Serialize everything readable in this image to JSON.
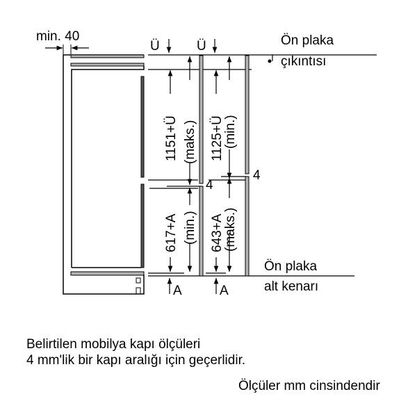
{
  "labels": {
    "min_gap": "min. 40",
    "u_marker": "Ü",
    "front_panel_projection_line1": "Ön plaka",
    "front_panel_projection_line2": "çıkıntısı",
    "front_panel_bottom_line1": "Ön plaka",
    "front_panel_bottom_line2": "alt kenarı",
    "a_marker": "A",
    "gap_4": "4"
  },
  "dimensions": {
    "upper_max_value": "1151+Ü",
    "upper_max_note": "(maks.)",
    "upper_min_value": "1125+Ü",
    "upper_min_note": "(min.)",
    "lower_min_value": "617+A",
    "lower_min_note": "(min.)",
    "lower_max_value": "643+A",
    "lower_max_note": "(maks.)"
  },
  "notes": {
    "line1": "Belirtilen mobilya kapı ölçüleri",
    "line2": "4 mm'lik bir kapı aralığı için geçerlidir.",
    "units": "Ölçüler mm cinsindendir"
  },
  "colors": {
    "panel": "#b4b4b4",
    "line": "#000000"
  }
}
